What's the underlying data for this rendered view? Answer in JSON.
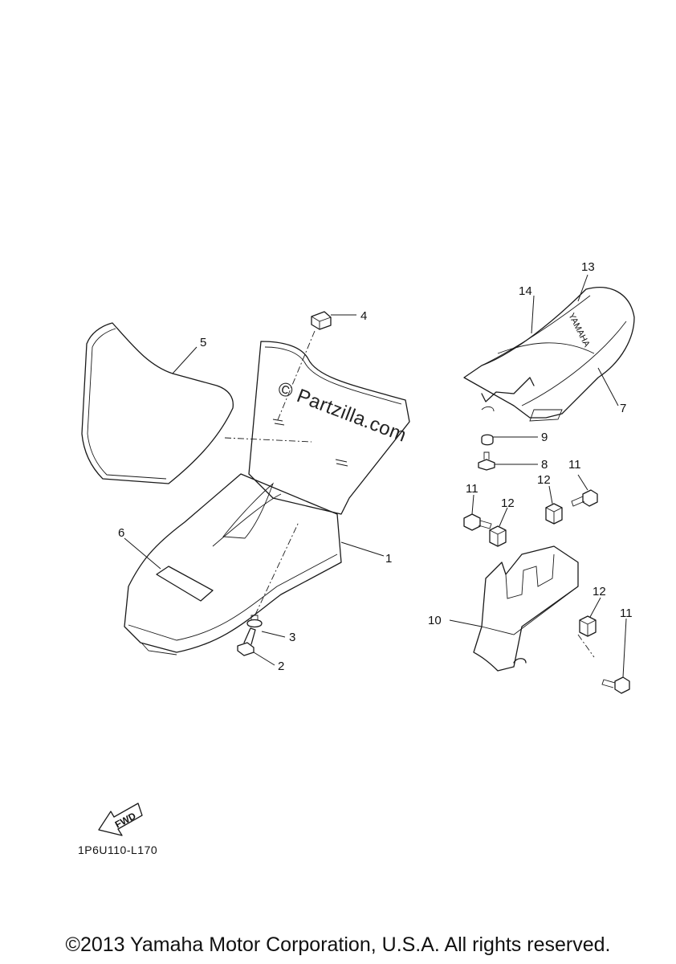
{
  "watermark": "© Partzilla.com",
  "fwd_label": "FWD",
  "drawing_code": "1P6U110-L170",
  "copyright": "©2013 Yamaha Motor Corporation, U.S.A. All rights reserved.",
  "seat_brand": "YAMAHA",
  "callouts": {
    "c1": "1",
    "c2": "2",
    "c3": "3",
    "c4": "4",
    "c5": "5",
    "c6": "6",
    "c7": "7",
    "c8": "8",
    "c9": "9",
    "c10": "10",
    "c11a": "11",
    "c11b": "11",
    "c11c": "11",
    "c12a": "12",
    "c12b": "12",
    "c12c": "12",
    "c13": "13",
    "c14": "14"
  }
}
